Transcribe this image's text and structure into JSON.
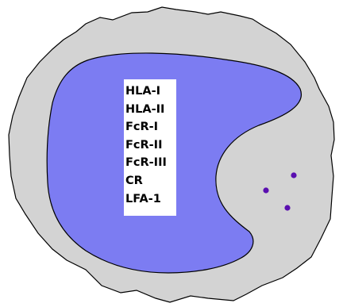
{
  "colors": {
    "cell_outline": "#000000",
    "cytoplasm": "#d3d3d3",
    "nucleus": "#7c7cf2",
    "granules": "#5a0fb0",
    "label_box": "#ffffff"
  },
  "labels": {
    "markers": [
      "HLA-I",
      "HLA-II",
      "FcR-I",
      "FcR-II",
      "FcR-III",
      "CR",
      "LFA-1"
    ]
  }
}
